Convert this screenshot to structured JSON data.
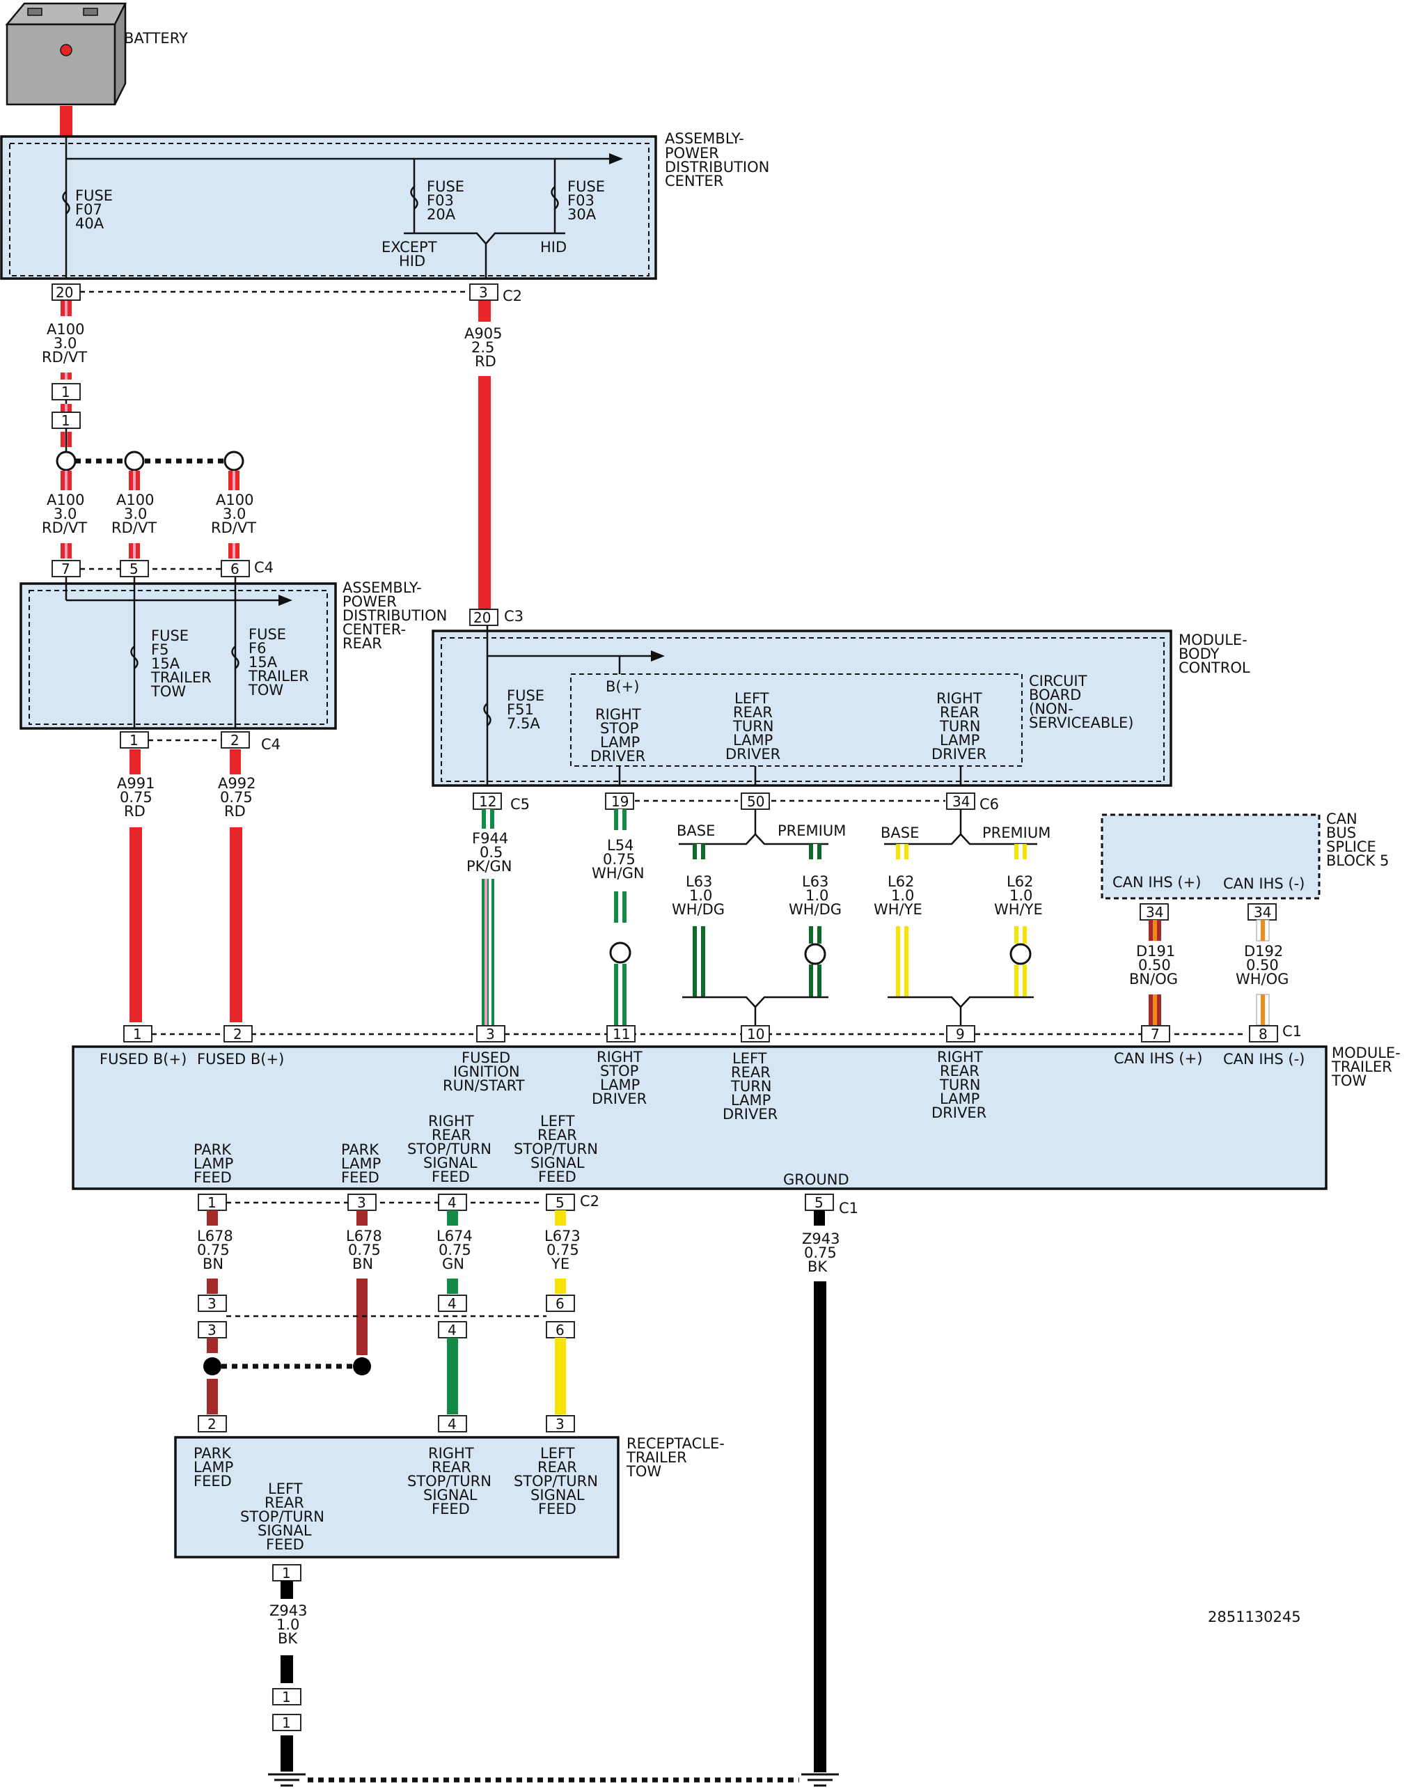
{
  "diagram_id": "2851130245",
  "components": {
    "battery": "BATTERY",
    "pdc": [
      "ASSEMBLY-",
      "POWER",
      "DISTRIBUTION",
      "CENTER"
    ],
    "pdc_rear": [
      "ASSEMBLY-",
      "POWER",
      "DISTRIBUTION",
      "CENTER-",
      "REAR"
    ],
    "bcm": [
      "MODULE-",
      "BODY",
      "CONTROL"
    ],
    "circuit_board": [
      "CIRCUIT",
      "BOARD",
      "(NON-",
      "SERVICEABLE)"
    ],
    "can_splice": [
      "CAN",
      "BUS",
      "SPLICE",
      "BLOCK 5"
    ],
    "trailer_module": [
      "MODULE-",
      "TRAILER",
      "TOW"
    ],
    "receptacle": [
      "RECEPTACLE-",
      "TRAILER",
      "TOW"
    ]
  },
  "fuses": {
    "f07": [
      "FUSE",
      "F07",
      "40A"
    ],
    "f03_except": [
      "FUSE",
      "F03",
      "20A"
    ],
    "f03_hid": [
      "FUSE",
      "F03",
      "30A"
    ],
    "except_hid": [
      "EXCEPT",
      "HID"
    ],
    "hid": "HID",
    "f5": [
      "FUSE",
      "F5",
      "15A",
      "TRAILER",
      "TOW"
    ],
    "f6": [
      "FUSE",
      "F6",
      "15A",
      "TRAILER",
      "TOW"
    ],
    "f51": [
      "FUSE",
      "F51",
      "7.5A"
    ]
  },
  "bcm_internal": {
    "bplus": "B(+)",
    "right_stop": [
      "RIGHT",
      "STOP",
      "LAMP",
      "DRIVER"
    ],
    "left_turn": [
      "LEFT",
      "REAR",
      "TURN",
      "LAMP",
      "DRIVER"
    ],
    "right_turn": [
      "RIGHT",
      "REAR",
      "TURN",
      "LAMP",
      "DRIVER"
    ]
  },
  "options": {
    "base": "BASE",
    "premium": "PREMIUM"
  },
  "wires": {
    "a100": [
      "A100",
      "3.0",
      "RD/VT"
    ],
    "a905": [
      "A905",
      "2.5",
      "RD"
    ],
    "a991": [
      "A991",
      "0.75",
      "RD"
    ],
    "a992": [
      "A992",
      "0.75",
      "RD"
    ],
    "f944": [
      "F944",
      "0.5",
      "PK/GN"
    ],
    "l54": [
      "L54",
      "0.75",
      "WH/GN"
    ],
    "l63": [
      "L63",
      "1.0",
      "WH/DG"
    ],
    "l62": [
      "L62",
      "1.0",
      "WH/YE"
    ],
    "d191": [
      "D191",
      "0.50",
      "BN/OG"
    ],
    "d192": [
      "D192",
      "0.50",
      "WH/OG"
    ],
    "l678": [
      "L678",
      "0.75",
      "BN"
    ],
    "l674": [
      "L674",
      "0.75",
      "GN"
    ],
    "l673": [
      "L673",
      "0.75",
      "YE"
    ],
    "z943a": [
      "Z943",
      "0.75",
      "BK"
    ],
    "z943b": [
      "Z943",
      "1.0",
      "BK"
    ]
  },
  "connectors": {
    "c1": "C1",
    "c2": "C2",
    "c3": "C3",
    "c4": "C4",
    "c5": "C5",
    "c6": "C6"
  },
  "pins": {
    "pdc_20": "20",
    "pdc_3": "3",
    "inline_1a": "1",
    "inline_1b": "1",
    "rear_7": "7",
    "rear_5": "5",
    "rear_6": "6",
    "rear_out_1": "1",
    "rear_out_2": "2",
    "bcm_20": "20",
    "bcm_12": "12",
    "bcm_19": "19",
    "bcm_50": "50",
    "bcm_34": "34",
    "can_34a": "34",
    "can_34b": "34",
    "tt_1": "1",
    "tt_2": "2",
    "tt_3": "3",
    "tt_11": "11",
    "tt_10": "10",
    "tt_9": "9",
    "tt_7": "7",
    "tt_8": "8",
    "tt_out_1": "1",
    "tt_out_3": "3",
    "tt_out_4": "4",
    "tt_out_5": "5",
    "tt_gnd_5": "5",
    "inline2_3a": "3",
    "inline2_4a": "4",
    "inline2_6a": "6",
    "inline2_3b": "3",
    "inline2_4b": "4",
    "inline2_6b": "6",
    "rec_2": "2",
    "rec_4": "4",
    "rec_3": "3",
    "rec_out_1": "1",
    "gnd_inline_1a": "1",
    "gnd_inline_1b": "1"
  },
  "trailer_module_pins": {
    "fused_bplus_1": "FUSED B(+)",
    "fused_bplus_2": "FUSED B(+)",
    "fused_ign": [
      "FUSED",
      "IGNITION",
      "RUN/START"
    ],
    "right_stop": [
      "RIGHT",
      "STOP",
      "LAMP",
      "DRIVER"
    ],
    "left_turn": [
      "LEFT",
      "REAR",
      "TURN",
      "LAMP",
      "DRIVER"
    ],
    "right_turn": [
      "RIGHT",
      "REAR",
      "TURN",
      "LAMP",
      "DRIVER"
    ],
    "can_plus": "CAN IHS (+)",
    "can_minus": "CAN IHS (-)",
    "park_1": [
      "PARK",
      "LAMP",
      "FEED"
    ],
    "park_2": [
      "PARK",
      "LAMP",
      "FEED"
    ],
    "rr_stop_turn": [
      "RIGHT",
      "REAR",
      "STOP/TURN",
      "SIGNAL",
      "FEED"
    ],
    "lr_stop_turn": [
      "LEFT",
      "REAR",
      "STOP/TURN",
      "SIGNAL",
      "FEED"
    ],
    "ground": "GROUND"
  },
  "can_splice_pins": {
    "plus": "CAN IHS (+)",
    "minus": "CAN IHS (-)"
  },
  "receptacle_pins": {
    "park": [
      "PARK",
      "LAMP",
      "FEED"
    ],
    "left_stop_turn": [
      "LEFT",
      "REAR",
      "STOP/TURN",
      "SIGNAL",
      "FEED"
    ],
    "right_stop_turn": [
      "RIGHT",
      "REAR",
      "STOP/TURN",
      "SIGNAL",
      "FEED"
    ],
    "left_stop_turn_2": [
      "LEFT",
      "REAR",
      "STOP/TURN",
      "SIGNAL",
      "FEED"
    ]
  },
  "colors": {
    "red": "#e8262a",
    "pink": "#f2a0c0",
    "violet": "#b44a9a",
    "green": "#138a45",
    "dark_green": "#0f6a2a",
    "white": "#ffffff",
    "yellow": "#f4e400",
    "brown": "#a52a2a",
    "orange": "#f08a1a",
    "black": "#000000",
    "box_fill": "#d6e6f4"
  }
}
